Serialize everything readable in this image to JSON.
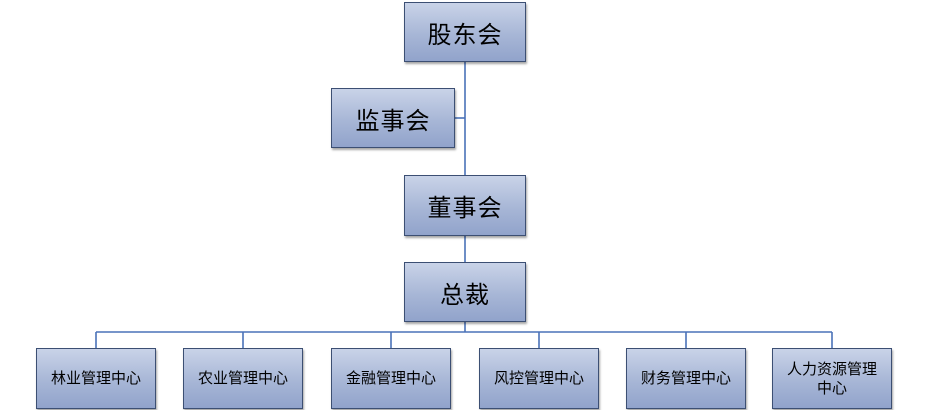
{
  "nodes": {
    "shareholders": "股东会",
    "supervisors": "监事会",
    "board": "董事会",
    "president": "总裁"
  },
  "centers": [
    "林业管理中心",
    "农业管理中心",
    "金融管理中心",
    "风控管理中心",
    "财务管理中心",
    "人力资源管理中心"
  ],
  "colors": {
    "box_fill_top": "#c9d3e8",
    "box_fill_bottom": "#91a3cb",
    "box_border": "#3c4f73",
    "connector": "#4a72b8"
  }
}
